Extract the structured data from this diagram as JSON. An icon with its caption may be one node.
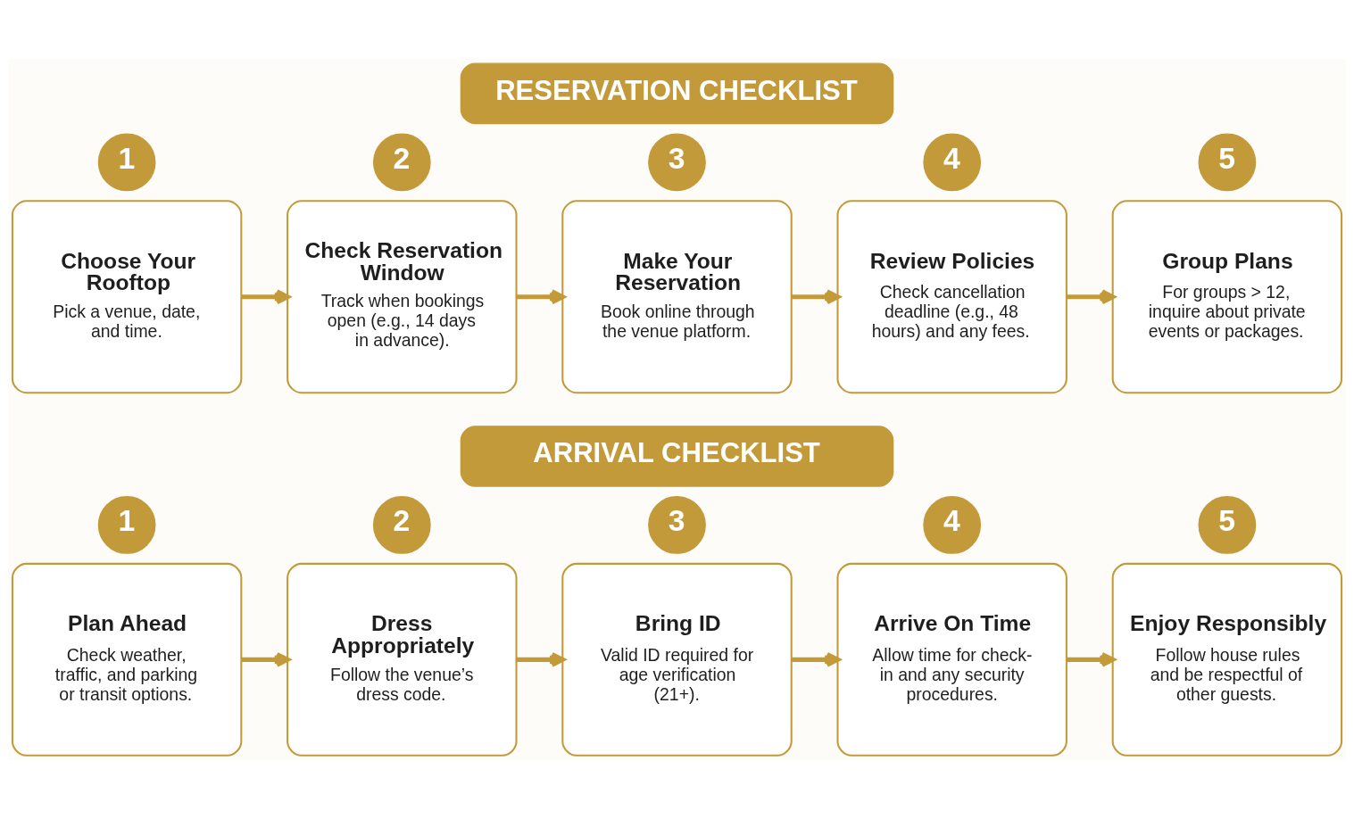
{
  "diagram": {
    "nodes": [
      {
        "text": [
          "RESERVATION CHECKLIST"
        ]
      },
      {
        "text": [
          "1"
        ]
      },
      {
        "text": [
          "Choose Your Rooftop",
          "Pick a venue, date, and time."
        ]
      },
      {
        "text": [
          "2"
        ]
      },
      {
        "text": [
          "Check Reservation Window",
          "Track when bookings open (e.g., 14 days in advance)."
        ]
      },
      {
        "text": [
          "3"
        ]
      },
      {
        "text": [
          "Make Your Reservation",
          "Book online through the venue platform."
        ]
      },
      {
        "text": [
          "4"
        ]
      },
      {
        "text": [
          "Review Policies",
          "Check cancellation deadline (e.g., 48 hours) and any fees."
        ]
      },
      {
        "text": [
          "5"
        ]
      },
      {
        "text": [
          "Group Plans",
          "For groups > 12, inquire about private events or packages."
        ]
      },
      {
        "text": [
          "ARRIVAL CHECKLIST"
        ]
      },
      {
        "text": [
          "1"
        ]
      },
      {
        "text": [
          "Plan Ahead",
          "Check weather, traffic, and parking or transit options."
        ]
      },
      {
        "text": [
          "2"
        ]
      },
      {
        "text": [
          "Dress Appropriately",
          "Follow the venue’s dress code."
        ]
      },
      {
        "text": [
          "3"
        ]
      },
      {
        "text": [
          "Bring ID",
          "Valid ID required for age verification (21+)."
        ]
      },
      {
        "text": [
          "4"
        ]
      },
      {
        "text": [
          "Arrive On Time",
          "Allow time for check-in and any security procedures."
        ]
      },
      {
        "text": [
          "5"
        ]
      },
      {
        "text": [
          "Enjoy Responsibly",
          "Follow house rules and be respectful of other guests."
        ]
      }
    ],
    "edges": [
      {
        "from": 2,
        "to": 4,
        "arrow": "to"
      },
      {
        "from": 4,
        "to": 6,
        "arrow": "to"
      },
      {
        "from": 6,
        "to": 8,
        "arrow": "to"
      },
      {
        "from": 8,
        "to": 10,
        "arrow": "to"
      },
      {
        "from": 13,
        "to": 15,
        "arrow": "to"
      },
      {
        "from": 15,
        "to": 17,
        "arrow": "to"
      },
      {
        "from": 17,
        "to": 19,
        "arrow": "to"
      },
      {
        "from": 19,
        "to": 21,
        "arrow": "to"
      }
    ]
  }
}
